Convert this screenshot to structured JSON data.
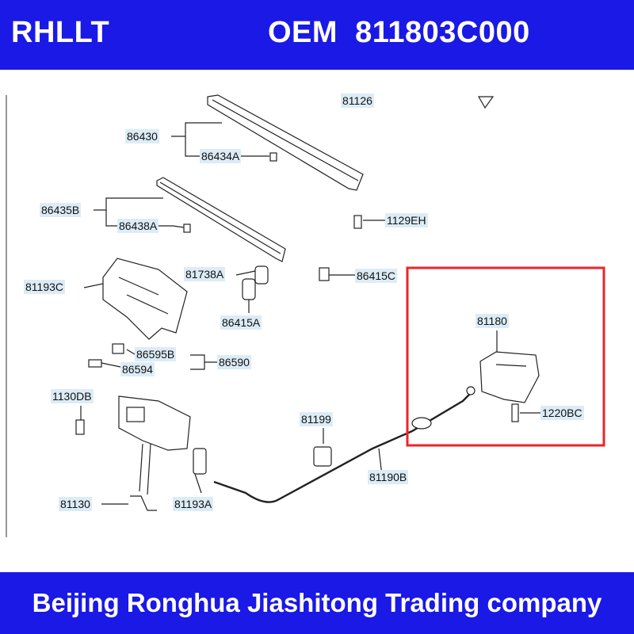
{
  "header": {
    "brand": "RHLLT",
    "oem": "OEM  811803C000"
  },
  "footer": {
    "company": "Beijing Ronghua Jiashitong Trading company"
  },
  "diagram": {
    "labels": {
      "p81126": "81126",
      "p86430": "86430",
      "p86434A": "86434A",
      "p86435B": "86435B",
      "p86438A": "86438A",
      "p1129EH": "1129EH",
      "p81193C": "81193C",
      "p81738A": "81738A",
      "p86415C": "86415C",
      "p86415A": "86415A",
      "p81180": "81180",
      "p86595B": "86595B",
      "p86594": "86594",
      "p86590": "86590",
      "p1130DB": "1130DB",
      "p1220BC": "1220BC",
      "p81199": "81199",
      "p81190B": "81190B",
      "p81130": "81130",
      "p81193A": "81193A"
    },
    "highlight_color": "#e8262b",
    "label_bg": "#dcecf6"
  }
}
